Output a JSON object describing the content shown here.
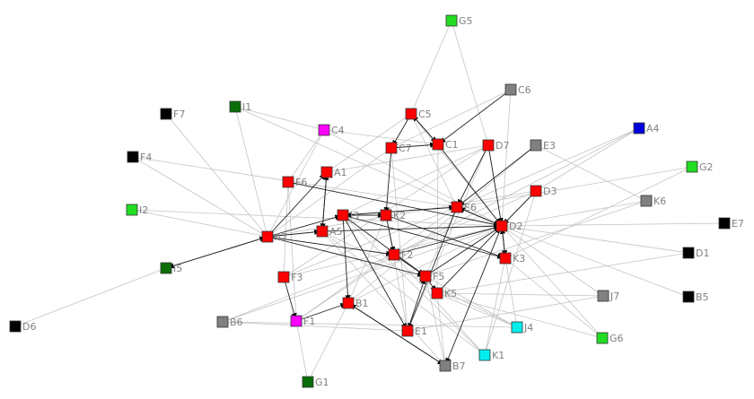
{
  "graph": {
    "nodes": [
      {
        "id": "G5",
        "color": "#22dd22"
      },
      {
        "id": "C6",
        "color": "#808080"
      },
      {
        "id": "F7",
        "color": "#000000"
      },
      {
        "id": "I1",
        "color": "#0a6e0a"
      },
      {
        "id": "C4",
        "color": "#ff00ff"
      },
      {
        "id": "C5",
        "color": "#ff0000"
      },
      {
        "id": "C7",
        "color": "#ff0000"
      },
      {
        "id": "C1",
        "color": "#ff0000"
      },
      {
        "id": "D7",
        "color": "#ff0000"
      },
      {
        "id": "E3",
        "color": "#808080"
      },
      {
        "id": "A4",
        "color": "#0000dd"
      },
      {
        "id": "F4",
        "color": "#000000"
      },
      {
        "id": "G2",
        "color": "#22dd22"
      },
      {
        "id": "A1",
        "color": "#ff0000"
      },
      {
        "id": "F6",
        "color": "#ff0000"
      },
      {
        "id": "D3",
        "color": "#ff0000"
      },
      {
        "id": "K6",
        "color": "#808080"
      },
      {
        "id": "I2",
        "color": "#22dd22"
      },
      {
        "id": "I3",
        "color": "#ff0000"
      },
      {
        "id": "K2",
        "color": "#ff0000"
      },
      {
        "id": "E6",
        "color": "#ff0000"
      },
      {
        "id": "D2",
        "color": "#ff0000"
      },
      {
        "id": "E7",
        "color": "#000000"
      },
      {
        "id": "A7",
        "color": "#ff0000"
      },
      {
        "id": "A5",
        "color": "#ff0000"
      },
      {
        "id": "F2",
        "color": "#ff0000"
      },
      {
        "id": "K3",
        "color": "#ff0000"
      },
      {
        "id": "D1",
        "color": "#000000"
      },
      {
        "id": "I5",
        "color": "#0a6e0a"
      },
      {
        "id": "F3",
        "color": "#ff0000"
      },
      {
        "id": "F5",
        "color": "#ff0000"
      },
      {
        "id": "K5",
        "color": "#ff0000"
      },
      {
        "id": "J7",
        "color": "#808080"
      },
      {
        "id": "B5",
        "color": "#000000"
      },
      {
        "id": "B1",
        "color": "#ff0000"
      },
      {
        "id": "B6",
        "color": "#808080"
      },
      {
        "id": "F1",
        "color": "#ff00ff"
      },
      {
        "id": "E1",
        "color": "#ff0000"
      },
      {
        "id": "J4",
        "color": "#00eeee"
      },
      {
        "id": "G6",
        "color": "#22dd22"
      },
      {
        "id": "D6",
        "color": "#000000"
      },
      {
        "id": "K1",
        "color": "#00eeee"
      },
      {
        "id": "B7",
        "color": "#808080"
      },
      {
        "id": "G1",
        "color": "#0a6e0a"
      }
    ],
    "edges": [
      [
        "C5",
        "C7",
        1
      ],
      [
        "C5",
        "C1",
        1
      ],
      [
        "C1",
        "C5",
        1
      ],
      [
        "C7",
        "C1",
        1
      ],
      [
        "C5",
        "D2",
        0
      ],
      [
        "C1",
        "D2",
        1
      ],
      [
        "D7",
        "D2",
        1
      ],
      [
        "D7",
        "E6",
        1
      ],
      [
        "E3",
        "E6",
        1
      ],
      [
        "C6",
        "C1",
        1
      ],
      [
        "D3",
        "D2",
        1
      ],
      [
        "E6",
        "D2",
        1
      ],
      [
        "I3",
        "E6",
        1
      ],
      [
        "K2",
        "I3",
        1
      ],
      [
        "I3",
        "K2",
        1
      ],
      [
        "A7",
        "I3",
        1
      ],
      [
        "A7",
        "A5",
        1
      ],
      [
        "A7",
        "A1",
        1
      ],
      [
        "A1",
        "A5",
        1
      ],
      [
        "A5",
        "A1",
        1
      ],
      [
        "F6",
        "D2",
        1
      ],
      [
        "A7",
        "F2",
        1
      ],
      [
        "A7",
        "F5",
        1
      ],
      [
        "I3",
        "F5",
        1
      ],
      [
        "I3",
        "B1",
        1
      ],
      [
        "I3",
        "E1",
        1
      ],
      [
        "K2",
        "F2",
        1
      ],
      [
        "F2",
        "F5",
        1
      ],
      [
        "F5",
        "K5",
        1
      ],
      [
        "K5",
        "D2",
        1
      ],
      [
        "F5",
        "D2",
        1
      ],
      [
        "D2",
        "K3",
        1
      ],
      [
        "K3",
        "D2",
        1
      ],
      [
        "I3",
        "K3",
        1
      ],
      [
        "K2",
        "K3",
        1
      ],
      [
        "D2",
        "B7",
        1
      ],
      [
        "B7",
        "B1",
        1
      ],
      [
        "B1",
        "B7",
        1
      ],
      [
        "F1",
        "B1",
        1
      ],
      [
        "E1",
        "F5",
        1
      ],
      [
        "E6",
        "E1",
        1
      ],
      [
        "D2",
        "E6",
        1
      ],
      [
        "F2",
        "D2",
        1
      ],
      [
        "F3",
        "F1",
        1
      ],
      [
        "I5",
        "A7",
        1
      ],
      [
        "A7",
        "I5",
        1
      ],
      [
        "K3",
        "K1",
        0
      ],
      [
        "K3",
        "J4",
        0
      ],
      [
        "D2",
        "D7",
        0
      ],
      [
        "C7",
        "K2",
        1
      ],
      [
        "C5",
        "E6",
        0
      ],
      [
        "D3",
        "F2",
        0
      ],
      [
        "E6",
        "F5",
        0
      ],
      [
        "A5",
        "D2",
        1
      ],
      [
        "G5",
        "C5",
        0
      ],
      [
        "G5",
        "D7",
        0
      ],
      [
        "C6",
        "D2",
        0
      ],
      [
        "C6",
        "C7",
        0
      ],
      [
        "F7",
        "A7",
        0
      ],
      [
        "I1",
        "A7",
        0
      ],
      [
        "I1",
        "C4",
        0
      ],
      [
        "I1",
        "D2",
        0
      ],
      [
        "F4",
        "A7",
        0
      ],
      [
        "F4",
        "E6",
        0
      ],
      [
        "I2",
        "D2",
        0
      ],
      [
        "I2",
        "A7",
        0
      ],
      [
        "A4",
        "E6",
        0
      ],
      [
        "A4",
        "F2",
        0
      ],
      [
        "A4",
        "D3",
        0
      ],
      [
        "G2",
        "E6",
        0
      ],
      [
        "G2",
        "K3",
        0
      ],
      [
        "K6",
        "D2",
        0
      ],
      [
        "K6",
        "E3",
        0
      ],
      [
        "K6",
        "F5",
        0
      ],
      [
        "E7",
        "D2",
        0
      ],
      [
        "D1",
        "D2",
        0
      ],
      [
        "D1",
        "K5",
        0
      ],
      [
        "B5",
        "D2",
        0
      ],
      [
        "J7",
        "D2",
        0
      ],
      [
        "J7",
        "K5",
        0
      ],
      [
        "G6",
        "D2",
        0
      ],
      [
        "G6",
        "K5",
        0
      ],
      [
        "J4",
        "F5",
        0
      ],
      [
        "J4",
        "K5",
        0
      ],
      [
        "J4",
        "B6",
        0
      ],
      [
        "K1",
        "F2",
        0
      ],
      [
        "K1",
        "I3",
        0
      ],
      [
        "B7",
        "F5",
        0
      ],
      [
        "B7",
        "A5",
        0
      ],
      [
        "G1",
        "F1",
        0
      ],
      [
        "G1",
        "B1",
        0
      ],
      [
        "D6",
        "I5",
        0
      ],
      [
        "B6",
        "D2",
        0
      ],
      [
        "B6",
        "E1",
        0
      ],
      [
        "B6",
        "F2",
        0
      ],
      [
        "C4",
        "C1",
        0
      ],
      [
        "C4",
        "D2",
        0
      ],
      [
        "C4",
        "A7",
        0
      ],
      [
        "F6",
        "C4",
        0
      ],
      [
        "F6",
        "F3",
        0
      ],
      [
        "F6",
        "F1",
        0
      ],
      [
        "A1",
        "C5",
        0
      ],
      [
        "A1",
        "D7",
        0
      ],
      [
        "C7",
        "A7",
        0
      ],
      [
        "C7",
        "E1",
        0
      ],
      [
        "C1",
        "K5",
        0
      ],
      [
        "D7",
        "F3",
        0
      ],
      [
        "E3",
        "B1",
        0
      ],
      [
        "D3",
        "A7",
        0
      ],
      [
        "D3",
        "K1",
        0
      ],
      [
        "E6",
        "F1",
        0
      ],
      [
        "K2",
        "E1",
        0
      ],
      [
        "A5",
        "J4",
        0
      ],
      [
        "A5",
        "K1",
        0
      ],
      [
        "F3",
        "D2",
        0
      ],
      [
        "F3",
        "E6",
        0
      ],
      [
        "F1",
        "F2",
        0
      ],
      [
        "E1",
        "D7",
        0
      ],
      [
        "E1",
        "J7",
        0
      ],
      [
        "B1",
        "D2",
        0
      ],
      [
        "B1",
        "K2",
        0
      ],
      [
        "K5",
        "B7",
        0
      ],
      [
        "K3",
        "G6",
        0
      ],
      [
        "I3",
        "D7",
        0
      ]
    ]
  }
}
